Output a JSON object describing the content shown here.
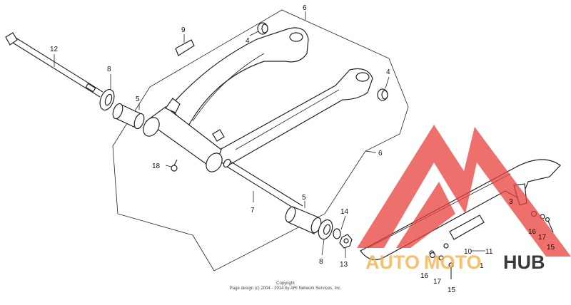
{
  "callouts": {
    "c1": "1",
    "c3": "3",
    "c4a": "4",
    "c4b": "4",
    "c5a": "5",
    "c5b": "5",
    "c6a": "6",
    "c6b": "6",
    "c7": "7",
    "c8a": "8",
    "c8b": "8",
    "c9": "9",
    "c10": "10",
    "c11": "11",
    "c12": "12",
    "c13": "13",
    "c14": "14",
    "c15a": "15",
    "c15b": "15",
    "c16a": "16",
    "c16b": "16",
    "c17a": "17",
    "c17b": "17",
    "c18": "18"
  },
  "copyright": {
    "title": "Copyright",
    "line": "Page design (c) 2004 - 2014 by ARI Network Services, Inc."
  },
  "watermark": {
    "text_auto": "AUTO",
    "text_moto": "MOTO",
    "text_hub": "HUB",
    "color_red": "#e8413c",
    "color_yellow": "#f3b24a",
    "color_dark": "#3a3a3a"
  }
}
